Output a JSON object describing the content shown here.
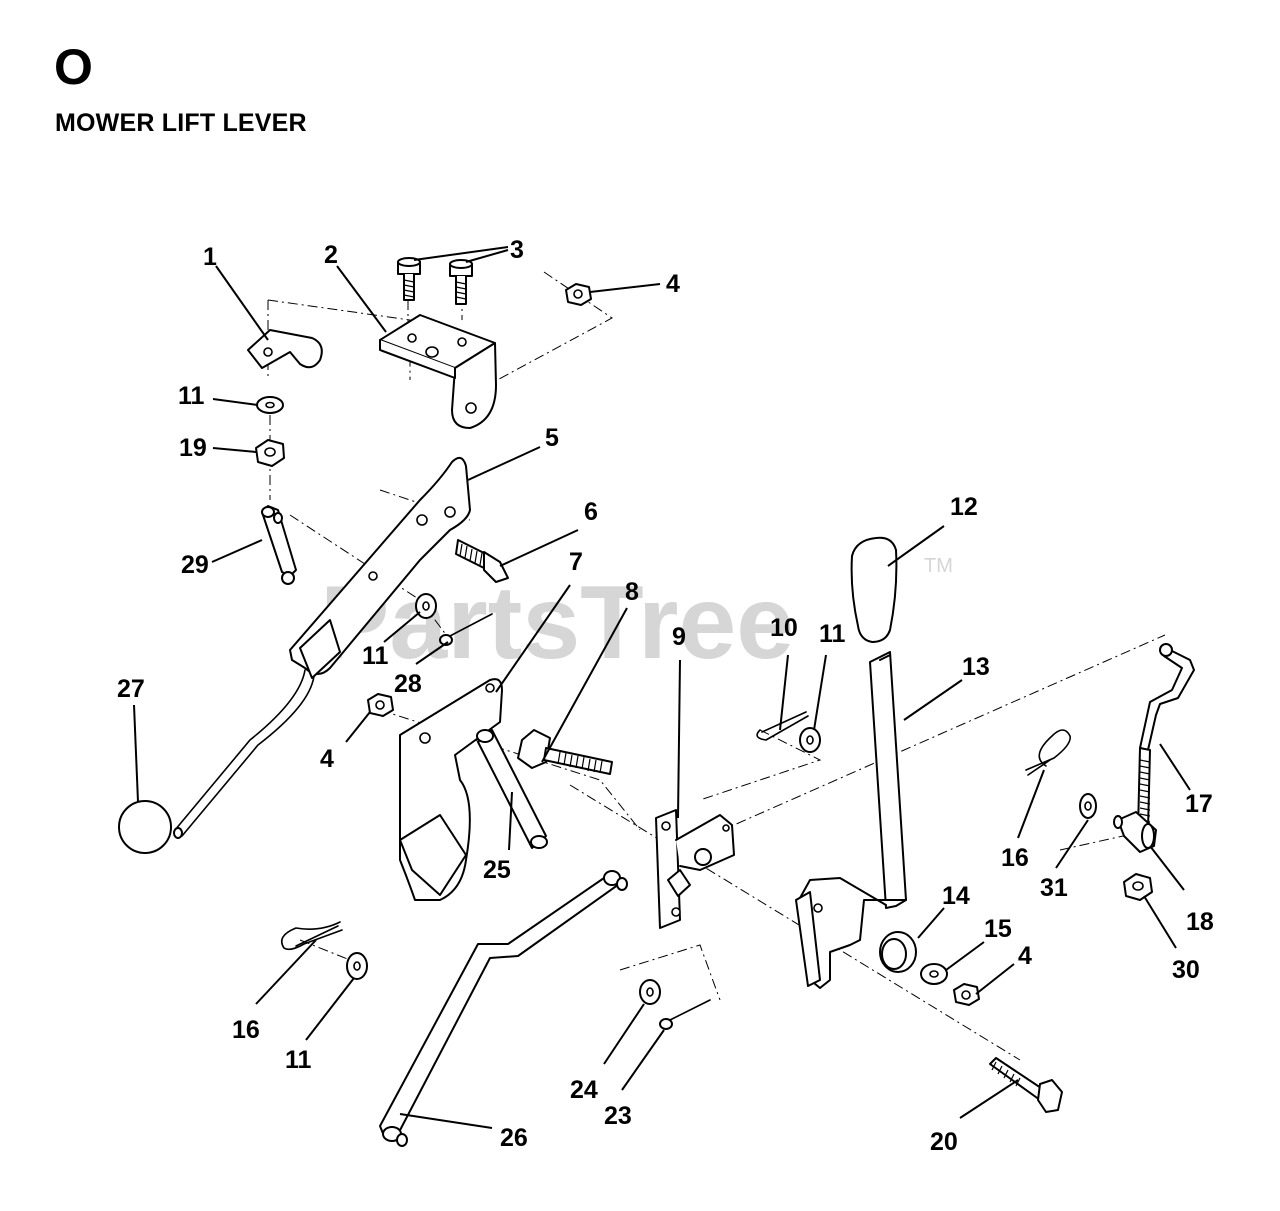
{
  "section": {
    "letter": "O",
    "title": "MOWER LIFT LEVER"
  },
  "watermark": {
    "text": "PartsTree",
    "trademark": "TM",
    "color": "#d6d6d6"
  },
  "callouts": {
    "c1": "1",
    "c2": "2",
    "c3": "3",
    "c4a": "4",
    "c4b": "4",
    "c4c": "4",
    "c5": "5",
    "c6": "6",
    "c7": "7",
    "c8": "8",
    "c9": "9",
    "c10": "10",
    "c11a": "11",
    "c11b": "11",
    "c11c": "11",
    "c11d": "11",
    "c12": "12",
    "c13": "13",
    "c14": "14",
    "c15": "15",
    "c16a": "16",
    "c16b": "16",
    "c17": "17",
    "c18": "18",
    "c19": "19",
    "c20": "20",
    "c23": "23",
    "c24": "24",
    "c25": "25",
    "c26": "26",
    "c27": "27",
    "c28": "28",
    "c29": "29",
    "c30": "30",
    "c31": "31"
  }
}
